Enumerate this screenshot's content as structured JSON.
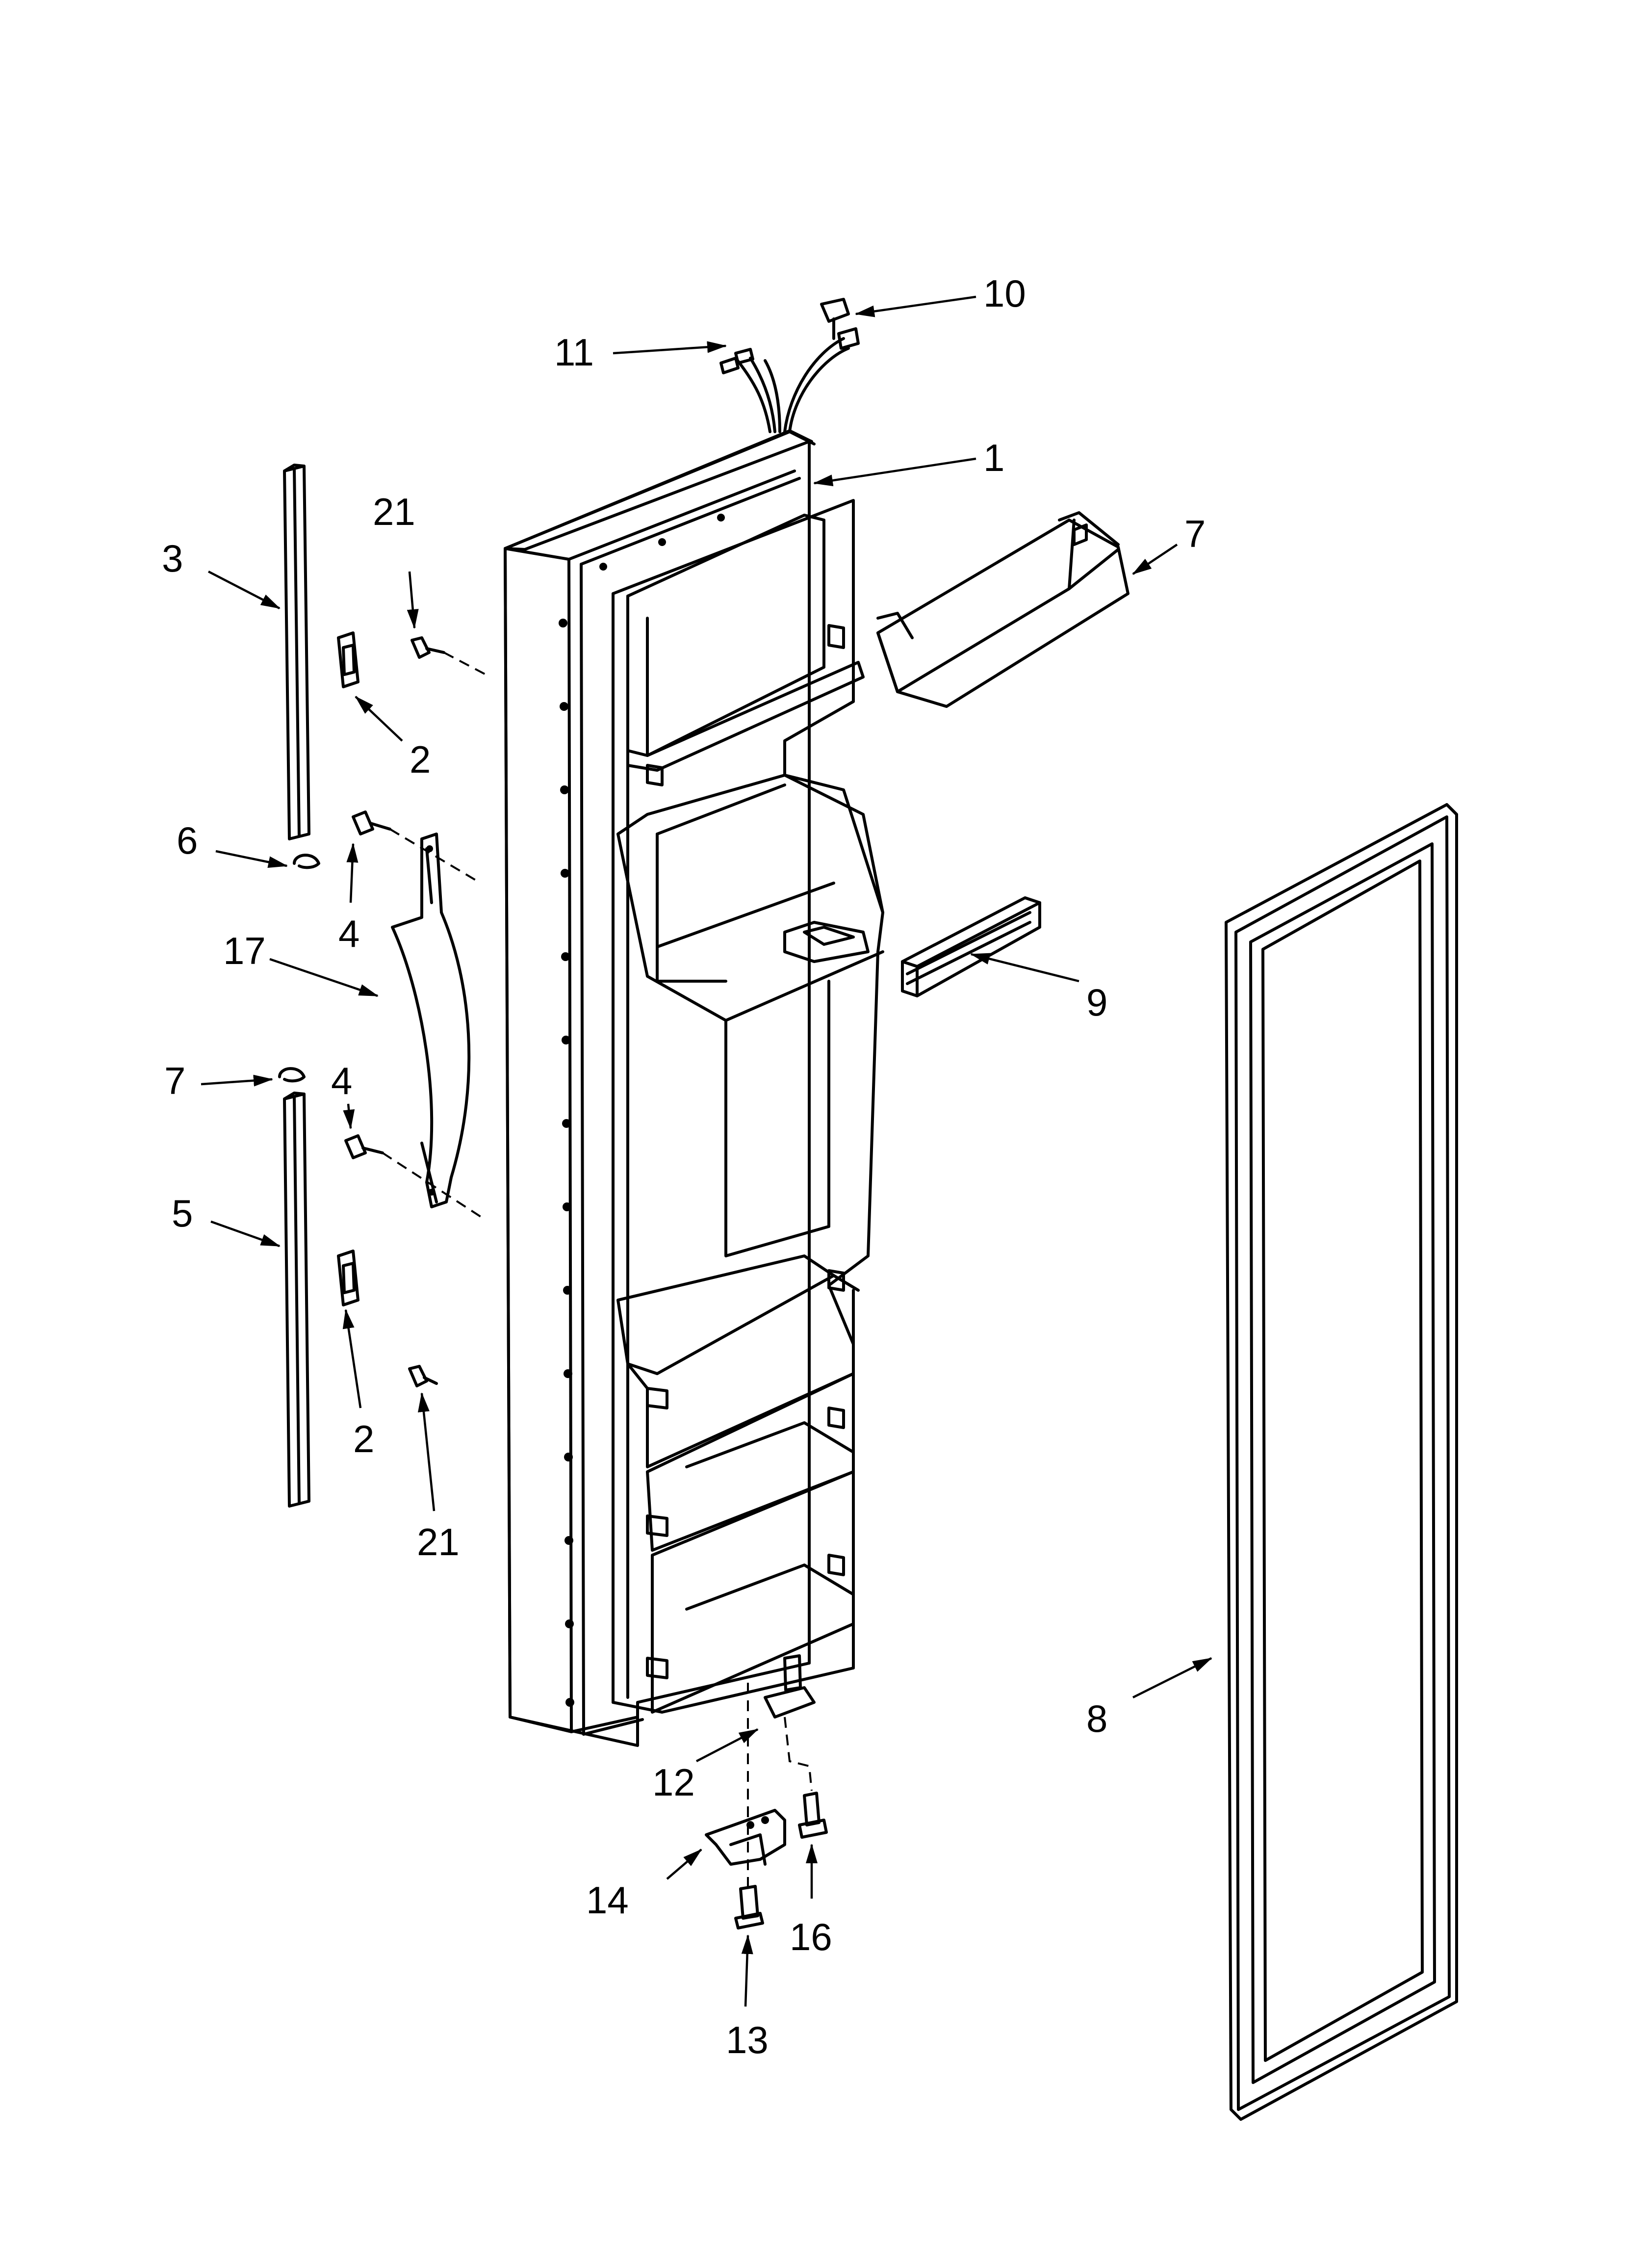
{
  "callouts": [
    {
      "id": "c1",
      "text": "1"
    },
    {
      "id": "c2a",
      "text": "2"
    },
    {
      "id": "c2b",
      "text": "2"
    },
    {
      "id": "c3",
      "text": "3"
    },
    {
      "id": "c4a",
      "text": "4"
    },
    {
      "id": "c4b",
      "text": "4"
    },
    {
      "id": "c5",
      "text": "5"
    },
    {
      "id": "c6",
      "text": "6"
    },
    {
      "id": "c7a",
      "text": "7"
    },
    {
      "id": "c7b",
      "text": "7"
    },
    {
      "id": "c8",
      "text": "8"
    },
    {
      "id": "c9",
      "text": "9"
    },
    {
      "id": "c10",
      "text": "10"
    },
    {
      "id": "c11",
      "text": "11"
    },
    {
      "id": "c12",
      "text": "12"
    },
    {
      "id": "c13",
      "text": "13"
    },
    {
      "id": "c14",
      "text": "14"
    },
    {
      "id": "c16",
      "text": "16"
    },
    {
      "id": "c17",
      "text": "17"
    },
    {
      "id": "c21a",
      "text": "21"
    },
    {
      "id": "c21b",
      "text": "21"
    }
  ]
}
